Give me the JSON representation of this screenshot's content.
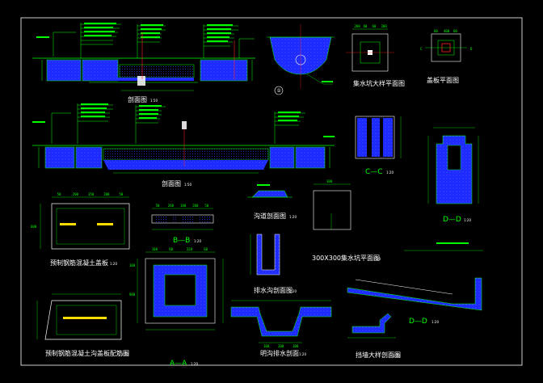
{
  "colors": {
    "background": "#000000",
    "frame": "#ffffff",
    "lines": "#00ff00",
    "concrete": "#1a28ff",
    "annotation": "#ffff00",
    "accent": "#ff2020"
  },
  "views": {
    "section_top": {
      "title": "剖面图",
      "scale": "1:50"
    },
    "section_mid": {
      "title": "剖面图",
      "scale": "1:50"
    },
    "detail_1": {
      "label": "①"
    },
    "pit_plan": {
      "title": "集水坑大样平面图"
    },
    "cover_plan": {
      "title": "盖板平面图",
      "marker_left": "C",
      "marker_right": "D"
    },
    "cc": {
      "title": "C—C",
      "scale": "1:20"
    },
    "dd_small": {
      "title": "D—D",
      "scale": "1:20"
    },
    "plate_plan": {
      "title": "预制钢筋混凝土盖板",
      "scale": "1:20"
    },
    "plate_plan2": {
      "title": "预制钢筋混凝土沟盖板配筋图",
      "scale": "1:20"
    },
    "bb": {
      "title": "B—B",
      "scale": "1:20"
    },
    "aa": {
      "title": "A—A",
      "scale": "1:20"
    },
    "trench_detail": {
      "title": "沟道剖面图",
      "scale": "1:20"
    },
    "trench_section": {
      "title": "排水沟剖面图",
      "scale": "1:20"
    },
    "pit_300": {
      "title": "300X300集水坑平面图",
      "scale": "1:20"
    },
    "channel": {
      "title": "明沟排水剖面",
      "scale": "1:20"
    },
    "dd_long": {
      "title": "D—D",
      "scale": "1:20"
    },
    "slope_detail": {
      "title": "挡墙大样剖面图",
      "scale": "1:20"
    }
  },
  "dims": {
    "top_pit": [
      "200",
      "60",
      "60",
      "200"
    ],
    "cover": [
      "60",
      "400",
      "60"
    ],
    "plate_top": [
      "50",
      "200",
      "350",
      "200",
      "50"
    ],
    "plate_side": "600",
    "bb": [
      "50",
      "260",
      "180",
      "260",
      "50"
    ],
    "aa_top": [
      "100",
      "60",
      "320",
      "60"
    ],
    "aa_side": [
      "100",
      "900"
    ],
    "channel": [
      "100",
      "200",
      "100"
    ],
    "pit300": "300"
  }
}
